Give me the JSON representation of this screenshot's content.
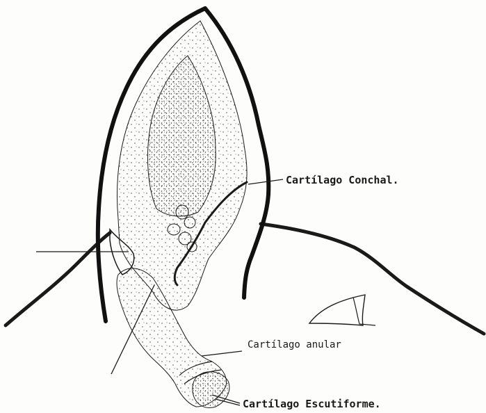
{
  "figure": {
    "labels": {
      "conchal": "Cartílago Conchal.",
      "anular": "Cartílago anular",
      "escutiforme": "Cartílago Escutiforme."
    },
    "colors": {
      "ink": "#1a1a1a",
      "stipple": "#3a3a3a",
      "paper": "#fdfdfb"
    }
  }
}
